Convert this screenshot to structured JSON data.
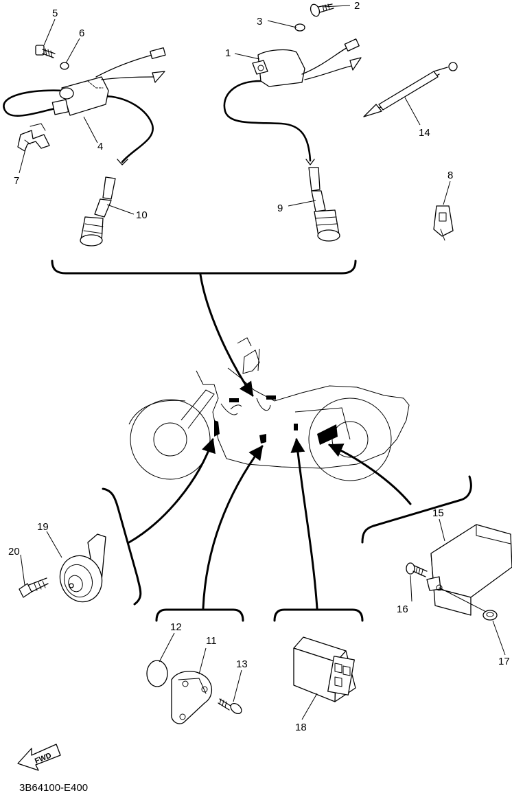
{
  "callouts": {
    "c1": "1",
    "c2": "2",
    "c3": "3",
    "c4": "4",
    "c5": "5",
    "c6": "6",
    "c7": "7",
    "c8": "8",
    "c9": "9",
    "c10": "10",
    "c11": "11",
    "c12": "12",
    "c13": "13",
    "c14": "14",
    "c15": "15",
    "c16": "16",
    "c17": "17",
    "c18": "18",
    "c19": "19",
    "c20": "20"
  },
  "fwd_label": "FWD",
  "drawing_code": "3B64100-E400"
}
